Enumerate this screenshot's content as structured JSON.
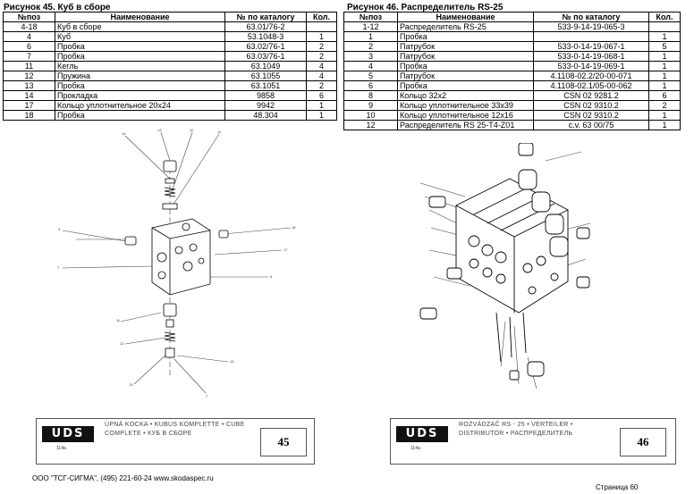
{
  "fig45": {
    "caption": "Рисунок 45.   Куб в сборе",
    "headers": [
      "№поз",
      "Наименование",
      "№ по каталогу",
      "Кол."
    ],
    "rows": [
      [
        "4-18",
        "Куб в сборе",
        "63.01/76-2",
        ""
      ],
      [
        "4",
        "Куб",
        "53.1048-3",
        "1"
      ],
      [
        "6",
        "Пробка",
        "63.02/76-1",
        "2"
      ],
      [
        "7",
        "Пробка",
        "63.03/76-1",
        "2"
      ],
      [
        "11",
        "Кегль",
        "63.1049",
        "4"
      ],
      [
        "12",
        "Пружина",
        "63.1055",
        "4"
      ],
      [
        "13",
        "Пробка",
        "63.1051",
        "2"
      ],
      [
        "14",
        "Прокладка",
        "9858",
        "6"
      ],
      [
        "17",
        "Кольцо уплотнительное  20х24",
        "9942",
        "1"
      ],
      [
        "18",
        "Пробка",
        "48.304",
        "1"
      ]
    ],
    "titleblock": {
      "logo": "UDS",
      "logo_sub": "114a",
      "text": "ÚPNÁ KOCKA • KUBUS KOMPLETTE • CUBE COMPLETE • КУБ В СБОРЕ",
      "page": "45"
    }
  },
  "fig46": {
    "caption": "Рисунок 46.   Распределитель RS-25",
    "headers": [
      "№поз",
      "Наименование",
      "№ по каталогу",
      "Кол."
    ],
    "rows": [
      [
        "1-12",
        "Распределитель RS-25",
        "533-9-14-19-065-3",
        ""
      ],
      [
        "1",
        "Пробка",
        "",
        "1"
      ],
      [
        "2",
        "Патрубок",
        "533-0-14-19-067-1",
        "5"
      ],
      [
        "3",
        "Патрубок",
        "533-0-14-19-068-1",
        "1"
      ],
      [
        "4",
        "Пробка",
        "533-0-14-19-069-1",
        "1"
      ],
      [
        "5",
        "Патрубок",
        "4.1108-02.2/20-00-071",
        "1"
      ],
      [
        "6",
        "Пробка",
        "4.1108-02.1/05-00-062",
        "1"
      ],
      [
        "8",
        "Кольцо 32х2",
        "CSN 02 9281.2",
        "6"
      ],
      [
        "9",
        "Кольцо уплотнительное  33х39",
        "CSN 02 9310.2",
        "2"
      ],
      [
        "10",
        "Кольцо уплотнительное 12х16",
        "CSN 02 9310.2",
        "1"
      ],
      [
        "12",
        "Распределитель  RS 25-T4-Z01",
        "с.v. 63 00/75",
        "1"
      ]
    ],
    "titleblock": {
      "logo": "UDS",
      "logo_sub": "114a",
      "text": "ROZVÁDZAČ RS - 25 • VERTEILER • DISTRIBUTOR • РАСПРЕДЕЛИТЕЛЬ",
      "page": "46"
    }
  },
  "footer": {
    "company": "ООО \"ТСГ-СИГМА\", (495) 221-60-24 www.skodaspec.ru",
    "page": "Страница 60"
  }
}
